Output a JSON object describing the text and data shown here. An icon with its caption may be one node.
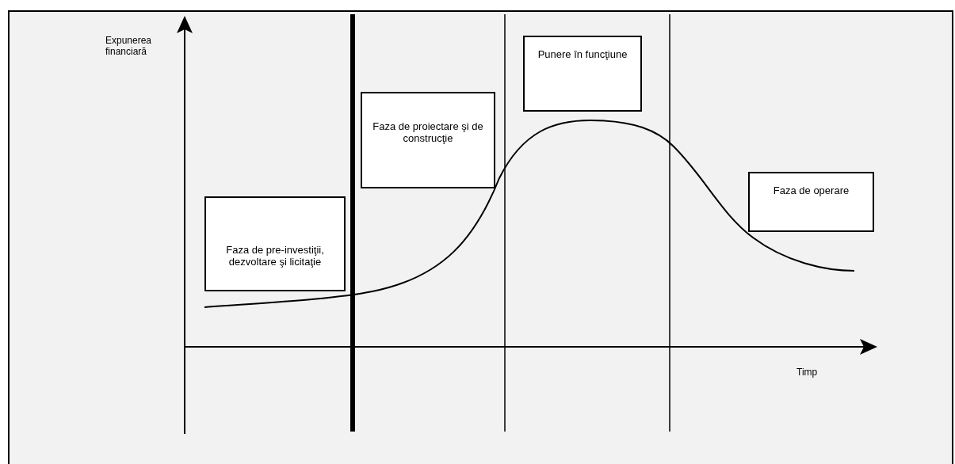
{
  "diagram": {
    "nodes": [
      {
        "text": [
          "Faza de pre-investiţii, dezvoltare şi licitaţie"
        ]
      },
      {
        "text": [
          "Faza de proiectare şi de construcţie"
        ]
      },
      {
        "text": [
          "Punere în funcţiune"
        ]
      },
      {
        "text": [
          "Faza de operare"
        ]
      }
    ],
    "edges": [],
    "labels": [
      "Expunerea financiară",
      "Timp"
    ]
  }
}
